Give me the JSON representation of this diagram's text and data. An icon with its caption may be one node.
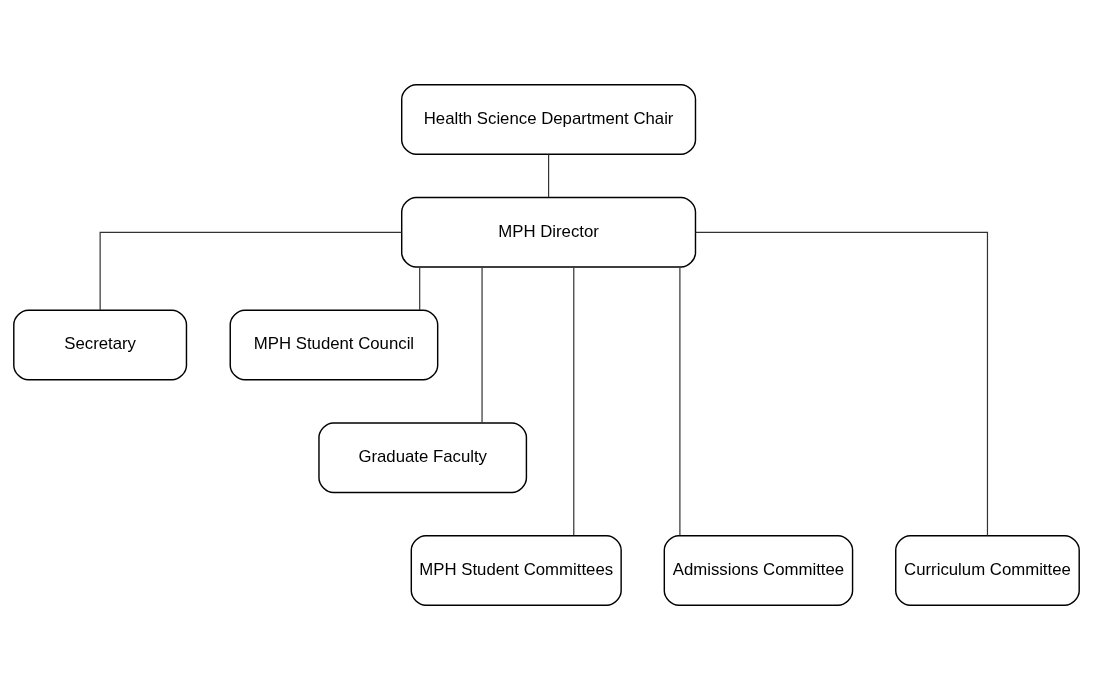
{
  "diagram": {
    "nodes": [
      {
        "text": [
          "Health Science Department Chair"
        ]
      },
      {
        "text": [
          "MPH Director"
        ]
      },
      {
        "text": [
          "Secretary"
        ]
      },
      {
        "text": [
          "MPH Student Council"
        ]
      },
      {
        "text": [
          "Graduate Faculty"
        ]
      },
      {
        "text": [
          "MPH Student Committees"
        ]
      },
      {
        "text": [
          "Admissions Committee"
        ]
      },
      {
        "text": [
          "Curriculum Committee"
        ]
      }
    ],
    "edges": [
      {
        "from": 0,
        "to": 1,
        "arrow": "none"
      },
      {
        "from": 1,
        "to": 2,
        "arrow": "none"
      },
      {
        "from": 1,
        "to": 3,
        "arrow": "none"
      },
      {
        "from": 1,
        "to": 4,
        "arrow": "none"
      },
      {
        "from": 1,
        "to": 5,
        "arrow": "none"
      },
      {
        "from": 1,
        "to": 6,
        "arrow": "none"
      },
      {
        "from": 1,
        "to": 7,
        "arrow": "none"
      }
    ]
  }
}
